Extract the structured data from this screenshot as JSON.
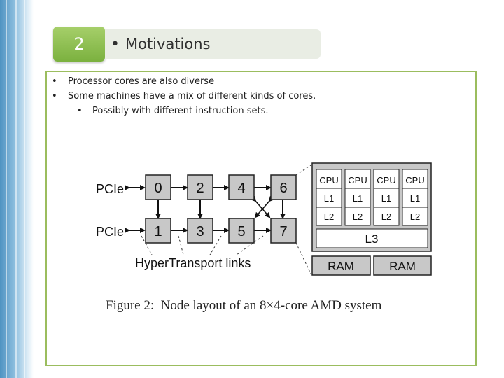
{
  "slide": {
    "number": "2",
    "title_bullet": "•",
    "title": "Motivations"
  },
  "bullets": [
    {
      "text": "Processor cores are also diverse",
      "level": 1
    },
    {
      "text": "Some machines have a mix of different kinds of cores.",
      "level": 1
    },
    {
      "text": "Possibly with different instruction sets.",
      "level": 2
    }
  ],
  "bullet_glyph": "•",
  "figure": {
    "pcie_top": "PCIe",
    "pcie_bottom": "PCIe",
    "nodes_top": [
      "0",
      "2",
      "4",
      "6"
    ],
    "nodes_bottom": [
      "1",
      "3",
      "5",
      "7"
    ],
    "links_label": "HyperTransport links",
    "cpu_label": "CPU",
    "l1_label": "L1",
    "l2_label": "L2",
    "l3_label": "L3",
    "ram_labels": [
      "RAM",
      "RAM"
    ],
    "caption": "Figure 2:  Node layout of an 8×4-core AMD system"
  },
  "colors": {
    "accent_green": "#8dc052",
    "frame_green": "#9bbd5e",
    "node_gray": "#c8c8c8",
    "stripe_blue": "#5a9bc8"
  }
}
